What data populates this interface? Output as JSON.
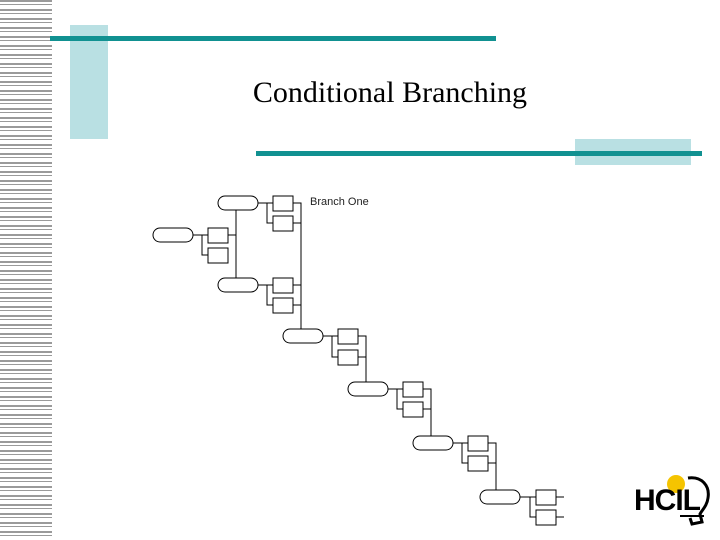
{
  "slide": {
    "title": "Conditional Branching"
  },
  "diagram": {
    "branch_label": "Branch One"
  },
  "logo": {
    "text": "HCIL",
    "icon": "head-profile-icon"
  },
  "colors": {
    "accent_bar": "#119191",
    "accent_block": "#b9e0e3",
    "stripes": "#9a9a9a",
    "logo_sun": "#f5c400"
  }
}
